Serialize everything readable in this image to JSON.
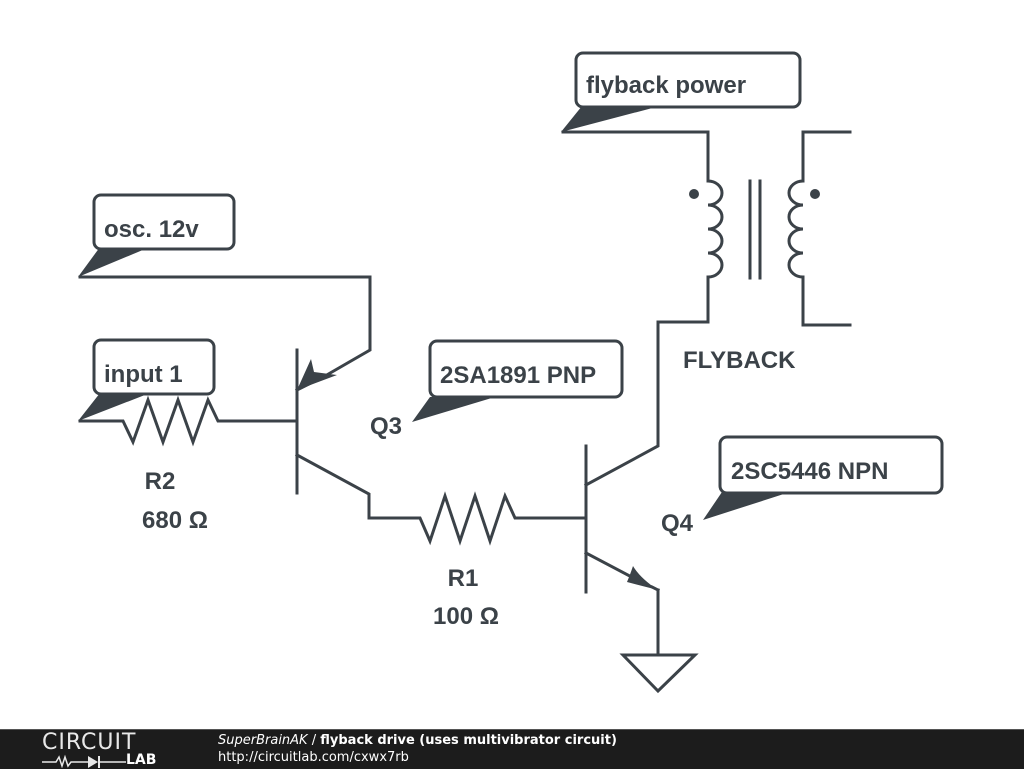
{
  "schematic": {
    "nets": {
      "flyback_power": "flyback power",
      "osc_12v": "osc. 12v",
      "input_1": "input 1"
    },
    "components": {
      "q3": {
        "designator": "Q3",
        "part": "2SA1891 PNP",
        "type": "PNP transistor"
      },
      "q4": {
        "designator": "Q4",
        "part": "2SC5446 NPN",
        "type": "NPN transistor"
      },
      "r1": {
        "designator": "R1",
        "value": "100 Ω"
      },
      "r2": {
        "designator": "R2",
        "value": "680 Ω"
      },
      "flyback": {
        "designator": "FLYBACK",
        "type": "transformer"
      }
    },
    "colors": {
      "wire": "#3b4248",
      "background": "#ffffff"
    }
  },
  "footer": {
    "logo_top": "CIRCUIT",
    "logo_bottom": "LAB",
    "author": "SuperBrainAK",
    "separator": " / ",
    "circuit_name": "flyback drive (uses multivibrator circuit)",
    "url": "http://circuitlab.com/cxwx7rb",
    "background": "#1c1c1c"
  }
}
